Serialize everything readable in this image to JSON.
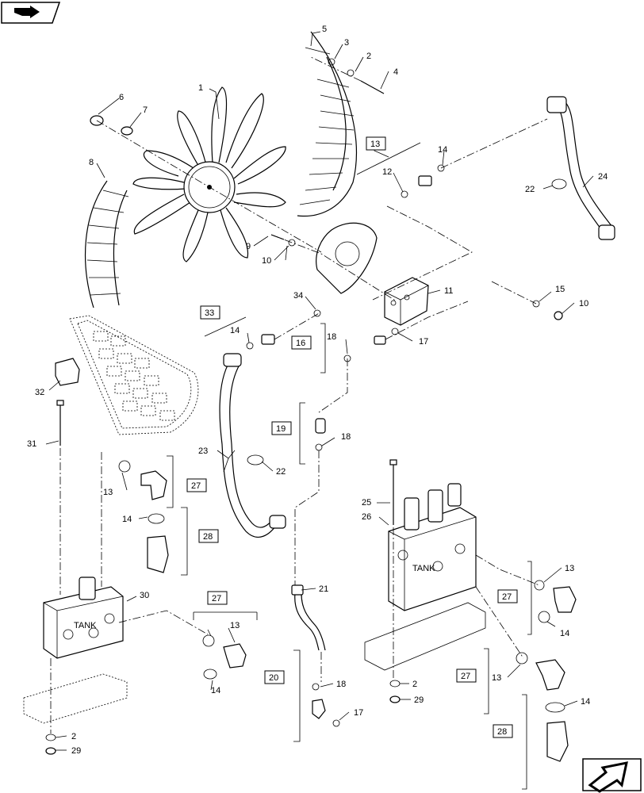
{
  "callouts": [
    {
      "id": "c1",
      "text": "1"
    },
    {
      "id": "c2a",
      "text": "2"
    },
    {
      "id": "c3",
      "text": "3"
    },
    {
      "id": "c4",
      "text": "4"
    },
    {
      "id": "c5",
      "text": "5"
    },
    {
      "id": "c6",
      "text": "6"
    },
    {
      "id": "c7",
      "text": "7"
    },
    {
      "id": "c8",
      "text": "8"
    },
    {
      "id": "c9",
      "text": "9"
    },
    {
      "id": "c10a",
      "text": "10"
    },
    {
      "id": "c10b",
      "text": "10"
    },
    {
      "id": "c11",
      "text": "11"
    },
    {
      "id": "c12",
      "text": "12"
    },
    {
      "id": "c14a",
      "text": "14"
    },
    {
      "id": "c22a",
      "text": "22"
    },
    {
      "id": "c24",
      "text": "24"
    },
    {
      "id": "c15",
      "text": "15"
    },
    {
      "id": "c34",
      "text": "34"
    },
    {
      "id": "c14b",
      "text": "14"
    },
    {
      "id": "c18a",
      "text": "18"
    },
    {
      "id": "c17a",
      "text": "17"
    },
    {
      "id": "c18b",
      "text": "18"
    },
    {
      "id": "c32",
      "text": "32"
    },
    {
      "id": "c31",
      "text": "31"
    },
    {
      "id": "c23",
      "text": "23"
    },
    {
      "id": "c22b",
      "text": "22"
    },
    {
      "id": "c13a",
      "text": "13"
    },
    {
      "id": "c14c",
      "text": "14"
    },
    {
      "id": "c30",
      "text": "30"
    },
    {
      "id": "c13b",
      "text": "13"
    },
    {
      "id": "c14d",
      "text": "14"
    },
    {
      "id": "c2b",
      "text": "2"
    },
    {
      "id": "c29a",
      "text": "29"
    },
    {
      "id": "c21",
      "text": "21"
    },
    {
      "id": "c18c",
      "text": "18"
    },
    {
      "id": "c17b",
      "text": "17"
    },
    {
      "id": "c25",
      "text": "25"
    },
    {
      "id": "c26",
      "text": "26"
    },
    {
      "id": "c13c",
      "text": "13"
    },
    {
      "id": "c14e",
      "text": "14"
    },
    {
      "id": "c13d",
      "text": "13"
    },
    {
      "id": "c14f",
      "text": "14"
    },
    {
      "id": "c2c",
      "text": "2"
    },
    {
      "id": "c29b",
      "text": "29"
    }
  ],
  "kits": [
    {
      "id": "k13",
      "text": "13"
    },
    {
      "id": "k33",
      "text": "33"
    },
    {
      "id": "k16",
      "text": "16"
    },
    {
      "id": "k19",
      "text": "19"
    },
    {
      "id": "k27a",
      "text": "27"
    },
    {
      "id": "k28a",
      "text": "28"
    },
    {
      "id": "k27b",
      "text": "27"
    },
    {
      "id": "k20",
      "text": "20"
    },
    {
      "id": "k27c",
      "text": "27"
    },
    {
      "id": "k27d",
      "text": "27"
    },
    {
      "id": "k28b",
      "text": "28"
    }
  ],
  "stamps": {
    "tank_left": "TANK",
    "tank_right": "TANK"
  }
}
